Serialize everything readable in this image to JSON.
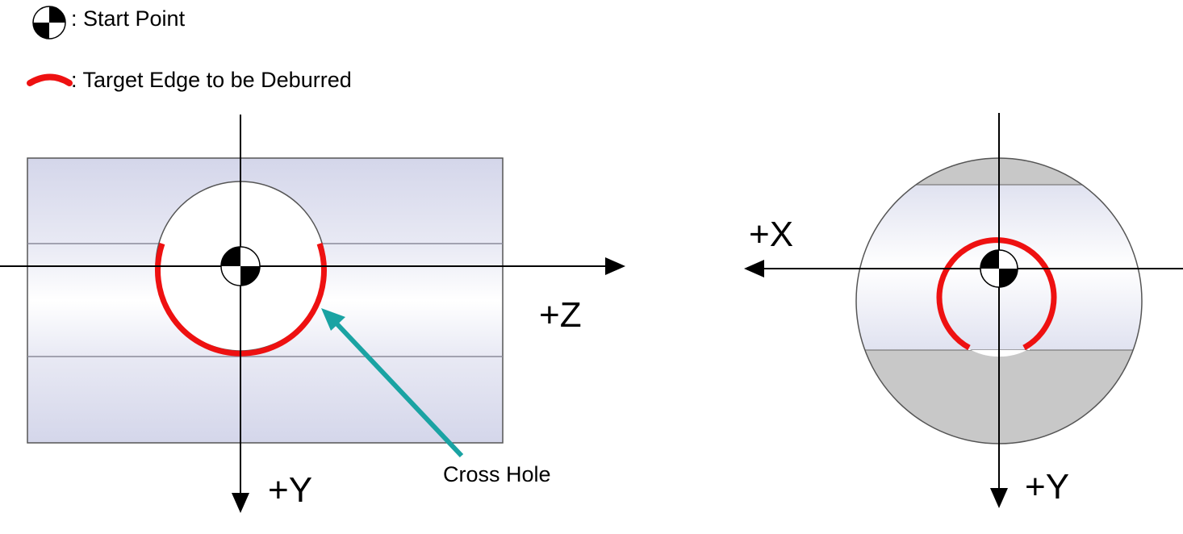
{
  "legend": {
    "start_point": ": Start Point",
    "target_edge": ": Target Edge to be Deburred"
  },
  "side_view": {
    "z_axis_label": "+Z",
    "y_axis_label": "+Y",
    "callout_label": "Cross Hole"
  },
  "end_view": {
    "x_axis_label": "+X",
    "y_axis_label": "+Y"
  },
  "colors": {
    "deburr_edge": "#ee1111",
    "callout_arrow": "#1aa3a3",
    "axis": "#000000",
    "part_outline": "#555555",
    "end_face_gray": "#c8c8c8"
  }
}
